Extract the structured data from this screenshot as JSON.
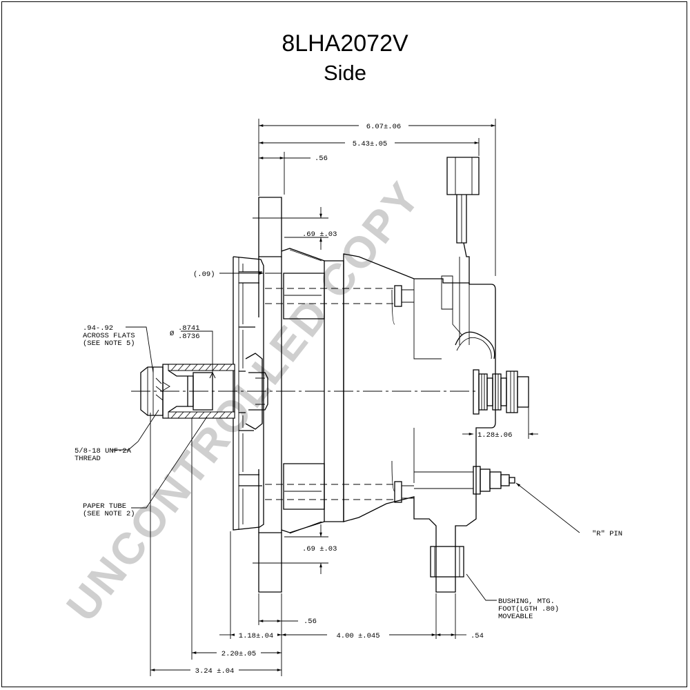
{
  "title": "8LHA2072V",
  "subtitle": "Side",
  "watermark": "UNCONTROLLED COPY",
  "dimensions": {
    "overall_length": "6.07±.06",
    "body_length": "5.43±.05",
    "flange_thickness_top": ".56",
    "ear_offset_top": ".69 ±.03",
    "gap": "(.09)",
    "bore_diameter_upper": ".8741",
    "bore_diameter_lower": ".8736",
    "diameter_symbol": "Ø",
    "terminal_offset": "1.28±.06",
    "ear_offset_bottom": ".69 ±.03",
    "flange_thickness_bottom": ".56",
    "front_to_flange": "1.18±.04",
    "flange_to_foot": "4.00 ±.045",
    "foot_width": ".54",
    "tube_to_flange": "2.20±.05",
    "nut_to_flange": "3.24 ±.04"
  },
  "labels": {
    "across_flats_1": ".94-.92",
    "across_flats_2": "ACROSS FLATS",
    "across_flats_3": "(SEE NOTE 5)",
    "thread_1": "5/8-18 UNF-2A",
    "thread_2": "THREAD",
    "paper_tube_1": "PAPER TUBE",
    "paper_tube_2": "(SEE NOTE 2)",
    "r_pin": "\"R\" PIN",
    "bushing_1": "BUSHING, MTG.",
    "bushing_2": "FOOT(LGTH .80)",
    "bushing_3": "MOVEABLE"
  }
}
